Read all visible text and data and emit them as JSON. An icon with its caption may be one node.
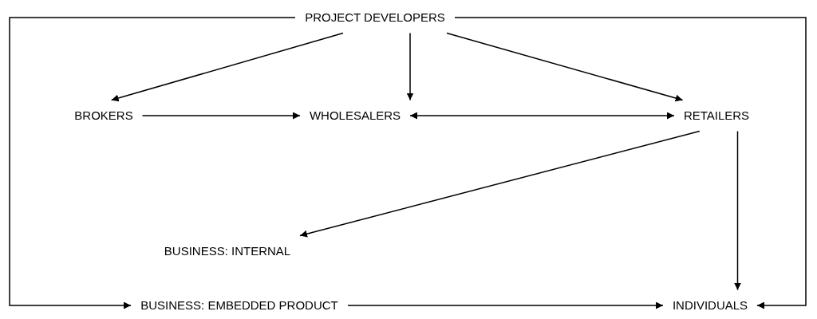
{
  "diagram": {
    "nodes": [
      {
        "text": [
          "PROJECT DEVELOPERS"
        ]
      },
      {
        "text": [
          "BROKERS"
        ]
      },
      {
        "text": [
          "WHOLESALERS"
        ]
      },
      {
        "text": [
          "RETAILERS"
        ]
      },
      {
        "text": [
          "BUSINESS: INTERNAL"
        ]
      },
      {
        "text": [
          "BUSINESS: EMBEDDED PRODUCT"
        ]
      },
      {
        "text": [
          "INDIVIDUALS"
        ]
      }
    ],
    "edges": [
      {
        "from": 0,
        "to": 1,
        "arrow": "to"
      },
      {
        "from": 0,
        "to": 2,
        "arrow": "to"
      },
      {
        "from": 0,
        "to": 3,
        "arrow": "to"
      },
      {
        "from": 1,
        "to": 2,
        "arrow": "to"
      },
      {
        "from": 2,
        "to": 3,
        "arrow": "both"
      },
      {
        "from": 3,
        "to": 4,
        "arrow": "to"
      },
      {
        "from": 3,
        "to": 6,
        "arrow": "to"
      },
      {
        "from": 0,
        "to": 5,
        "arrow": "to"
      },
      {
        "from": 0,
        "to": 6,
        "arrow": "to"
      },
      {
        "from": 5,
        "to": 6,
        "arrow": "to"
      }
    ]
  }
}
